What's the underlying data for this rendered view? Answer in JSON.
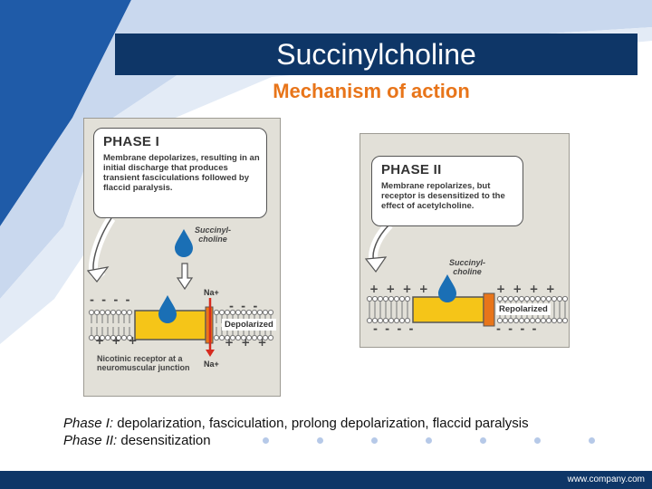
{
  "slide": {
    "title": "Succinylcholine",
    "subtitle": "Mechanism of action",
    "footer_url": "www.company.com"
  },
  "phase1": {
    "title": "PHASE I",
    "description": "Membrane depolarizes, resulting in an initial discharge that produces transient fasciculations followed by flaccid paralysis.",
    "drug_label": "Succinyl-choline",
    "na_top": "Na+",
    "na_bottom": "Na+",
    "state_label": "Depolarized",
    "receptor_label": "Nicotinic receptor at a neuromuscular junction",
    "charges_top_left": "- - - -",
    "charges_top_right": "- - -",
    "charges_bottom_left": "+ + +",
    "charges_bottom_right": "+ + +"
  },
  "phase2": {
    "title": "PHASE II",
    "description": "Membrane repolarizes, but receptor is desensitized to the effect of acetylcholine.",
    "drug_label": "Succinyl-choline",
    "state_label": "Repolarized",
    "charges_top_left": "+ + + +",
    "charges_top_right": "+ + + +",
    "charges_bottom_left": "- - - -",
    "charges_bottom_right": "- - - -"
  },
  "caption": {
    "line1_prefix": "Phase I:",
    "line1_text": " depolarization, fasciculation, prolong depolarization, flaccid paralysis",
    "line2_prefix": "Phase II:",
    "line2_text": " desensitization"
  },
  "colors": {
    "navy": "#0e3667",
    "orange": "#e8751a",
    "channel_yellow": "#f5c518",
    "drop_blue": "#1a6fb5",
    "ion_red": "#d62b1f"
  }
}
